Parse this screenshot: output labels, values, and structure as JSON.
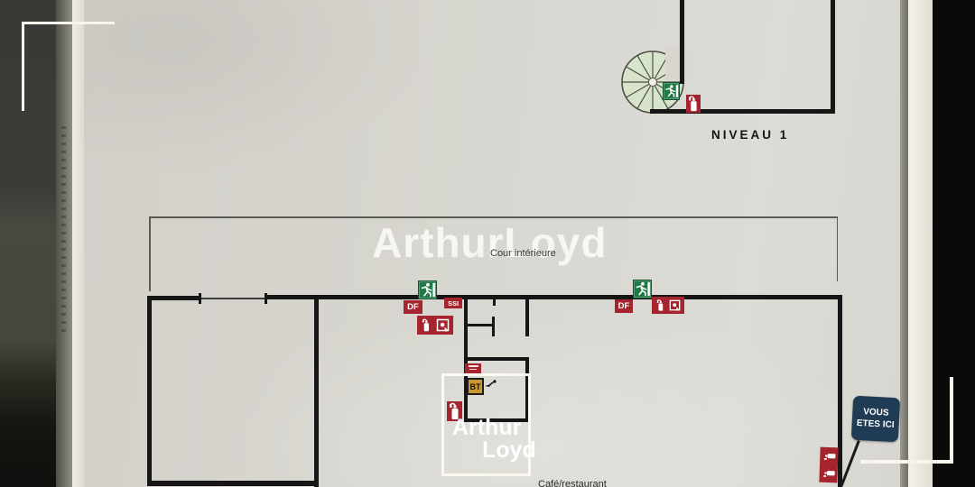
{
  "photo_subject": "evacuation-floor-plan-on-wall",
  "upper_plan": {
    "level_label": "NIVEAU 1"
  },
  "main_plan": {
    "watermark": "ArthurLoyd",
    "courtyard_label": "Cour intérieure",
    "df_label": "DF",
    "ssi_label": "SSI",
    "bt_label": "BT",
    "bottom_partial_label": "Café/restaurant",
    "you_are_here": {
      "line1": "VOUS",
      "line2": "ETES ICI"
    }
  },
  "logo": {
    "top": "Arthur",
    "bottom": "Loyd"
  },
  "colors": {
    "exit_green": "#1f7a46",
    "safety_red": "#a6242e",
    "bt_yellow": "#c8982e",
    "you_are_here_navy": "#203c55",
    "wall_line_black": "#161616",
    "panel_gray": "#d6d5cf"
  }
}
